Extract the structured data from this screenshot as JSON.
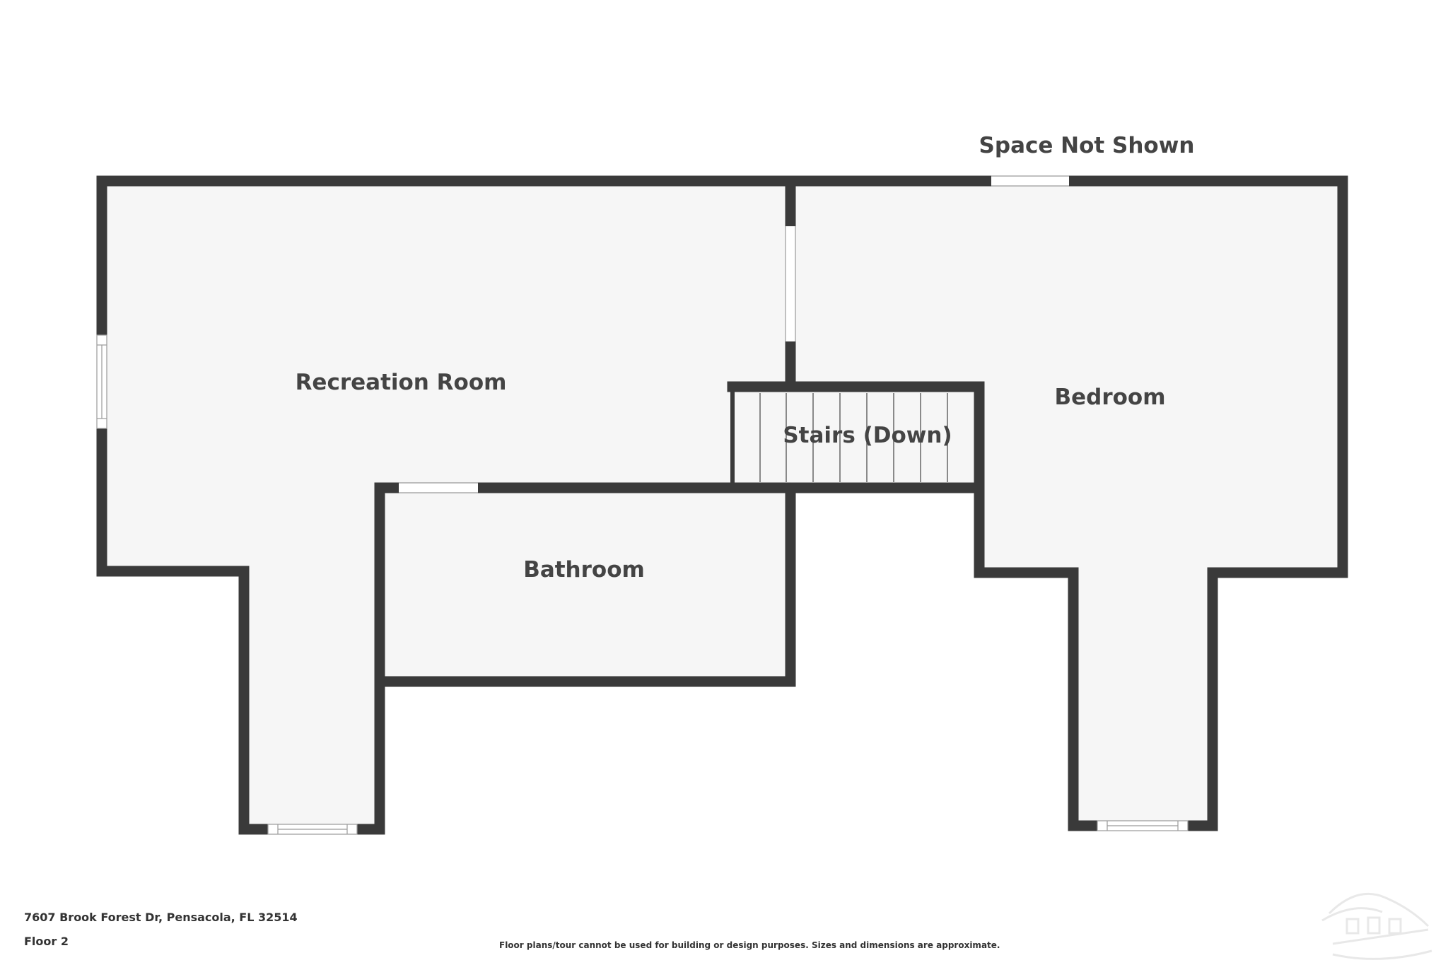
{
  "plan": {
    "rooms": [
      {
        "id": "recreation",
        "label": "Recreation Room"
      },
      {
        "id": "bedroom",
        "label": "Bedroom"
      },
      {
        "id": "stairs",
        "label": "Stairs (Down)"
      },
      {
        "id": "bathroom",
        "label": "Bathroom"
      }
    ],
    "space_not_shown": "Space Not Shown"
  },
  "footer": {
    "address": "7607 Brook Forest Dr, Pensacola, FL 32514",
    "floor": "Floor 2",
    "disclaimer": "Floor plans/tour cannot be used for building or design purposes. Sizes and dimensions are approximate."
  },
  "colors": {
    "wall": "#3a3a3a",
    "floor": "#f6f6f6",
    "label": "#444444"
  },
  "icons": {
    "watermark": "pensacola-mls-watermark-logo"
  }
}
